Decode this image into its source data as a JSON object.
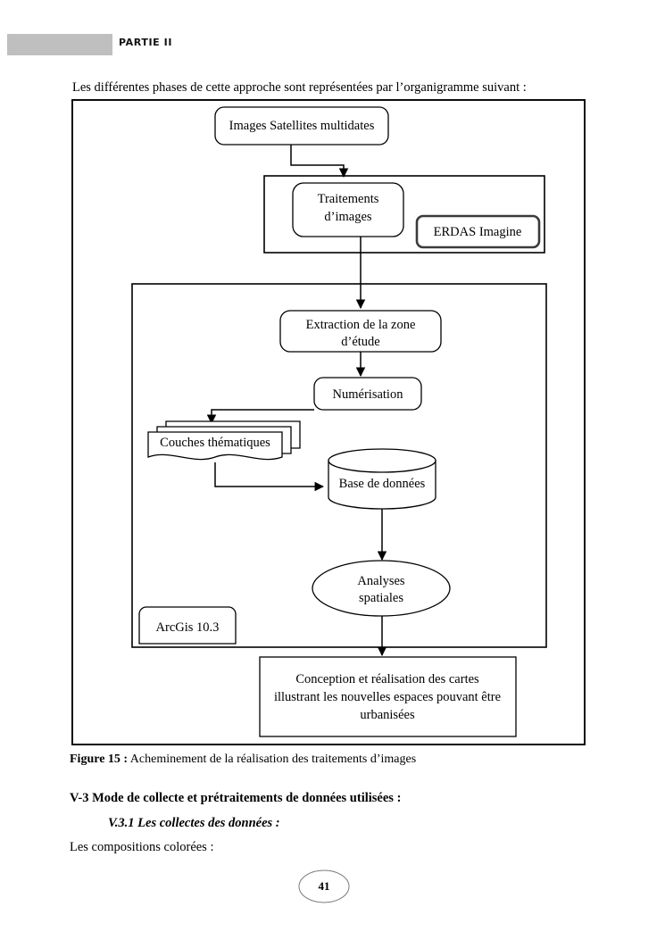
{
  "header": {
    "running_title": "PARTIE II",
    "band_color": "#bfbfbf"
  },
  "body": {
    "intro_paragraph": "Les différentes phases de cette approche sont représentées par l’organigramme suivant :",
    "figure_caption_label": "Figure 15 :",
    "figure_caption_text": " Acheminement de la réalisation des traitements d’images",
    "section_heading": "V-3 Mode de collecte et prétraitements de données utilisées :",
    "subsection_heading": "V.3.1 Les collectes des données :",
    "trailing_line": "Les compositions colorées :",
    "page_number": "41"
  },
  "diagram": {
    "type": "flowchart",
    "title": "Acheminement de la réalisation des traitements d’images",
    "outer_frame_label": "",
    "groups": [
      {
        "id": "group-erdas",
        "software_label": "ERDAS Imagine"
      },
      {
        "id": "group-arcgis",
        "software_label": "ArcGis 10.3"
      }
    ],
    "nodes": [
      {
        "id": "images-satellites",
        "label": "Images Satellites multidates",
        "shape": "rounded-rect"
      },
      {
        "id": "traitements-images",
        "label_line1": "Traitements",
        "label_line2": "d’images",
        "shape": "rounded-rect"
      },
      {
        "id": "erdas-imagine",
        "label": "ERDAS Imagine",
        "shape": "rounded-rect-thick"
      },
      {
        "id": "extraction-zone",
        "label_line1": "Extraction de la zone",
        "label_line2": "d’étude",
        "shape": "rounded-rect"
      },
      {
        "id": "numerisation",
        "label": "Numérisation",
        "shape": "rounded-rect"
      },
      {
        "id": "couches-thematiques",
        "label": "Couches thématiques",
        "shape": "stacked-document"
      },
      {
        "id": "base-de-donnees",
        "label": "Base de données",
        "shape": "cylinder"
      },
      {
        "id": "analyses-spatiales",
        "label_line1": "Analyses",
        "label_line2": "spatiales",
        "shape": "ellipse"
      },
      {
        "id": "arcgis",
        "label": "ArcGis 10.3",
        "shape": "rounded-top-rect"
      },
      {
        "id": "conception-cartes",
        "label_line1": "Conception et réalisation des cartes",
        "label_line2": "illustrant les nouvelles espaces pouvant être",
        "label_line3": "urbanisées",
        "shape": "rect"
      }
    ],
    "edges": [
      {
        "from": "images-satellites",
        "to": "traitements-images"
      },
      {
        "from": "traitements-images",
        "to": "extraction-zone"
      },
      {
        "from": "extraction-zone",
        "to": "numerisation"
      },
      {
        "from": "numerisation",
        "to": "couches-thematiques"
      },
      {
        "from": "couches-thematiques",
        "to": "base-de-donnees"
      },
      {
        "from": "base-de-donnees",
        "to": "analyses-spatiales"
      },
      {
        "from": "analyses-spatiales",
        "to": "conception-cartes"
      }
    ]
  }
}
